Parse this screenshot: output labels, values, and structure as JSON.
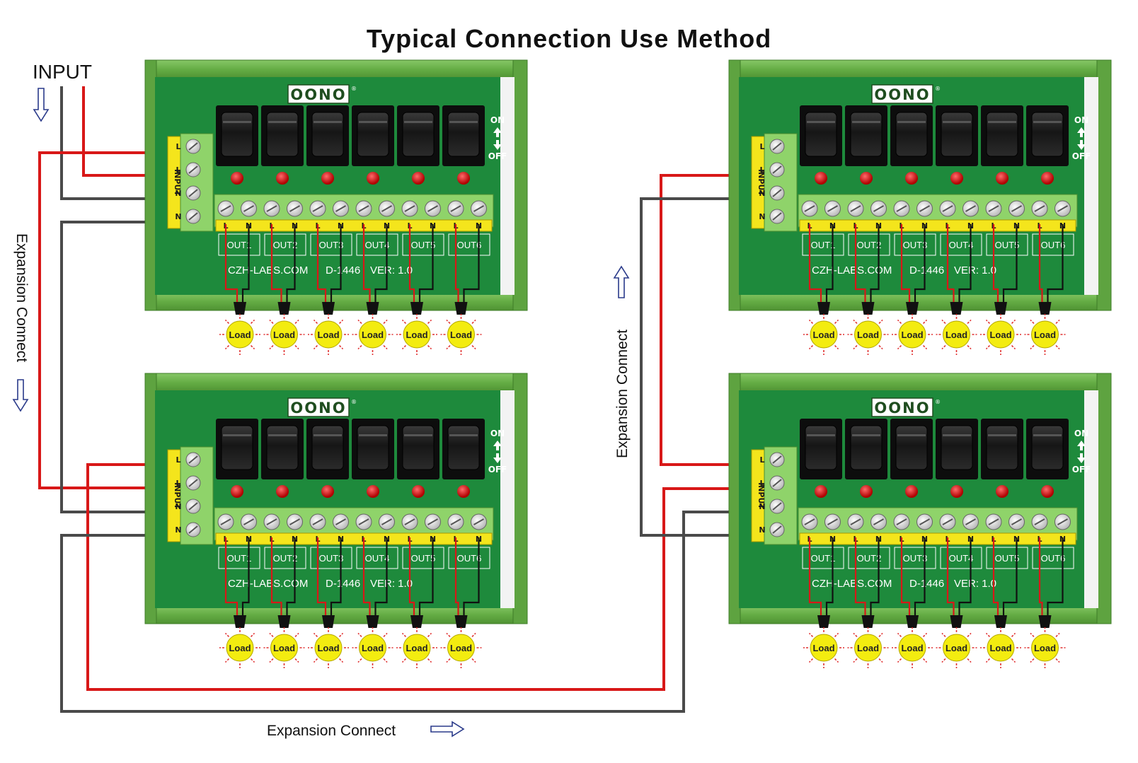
{
  "title": "Typical Connection Use Method",
  "input_label": "INPUT",
  "expansion_label": "Expansion Connect",
  "brand": "OONO",
  "registered": "®",
  "switch_labels": {
    "on": "ON",
    "off": "OFF"
  },
  "pcb_text": {
    "website": "CZH-LABS.COM",
    "model": "D-1446",
    "version": "VER: 1.0"
  },
  "input_terminal_label": "INPUT",
  "input_terminal_pins": [
    "L",
    "L",
    "N",
    "N"
  ],
  "terminal_pin_labels": [
    "L",
    "N"
  ],
  "outputs": [
    "OUT1",
    "OUT2",
    "OUT3",
    "OUT4",
    "OUT5",
    "OUT6"
  ],
  "load_label": "Load",
  "modules": [
    {
      "id": "top-left"
    },
    {
      "id": "bottom-left"
    },
    {
      "id": "top-right"
    },
    {
      "id": "bottom-right"
    }
  ],
  "colors": {
    "wire_live": "#d81818",
    "wire_neutral": "#4a4a4a",
    "rail": "#6cb04a",
    "pcb": "#1e8a3c",
    "terminal": "#8fd36a",
    "terminal_label_strip": "#f4e51c",
    "switch": "#1c1c1c",
    "led": "#d01010",
    "bulb": "#f3ec10",
    "arrow": "#2a3a8a"
  }
}
